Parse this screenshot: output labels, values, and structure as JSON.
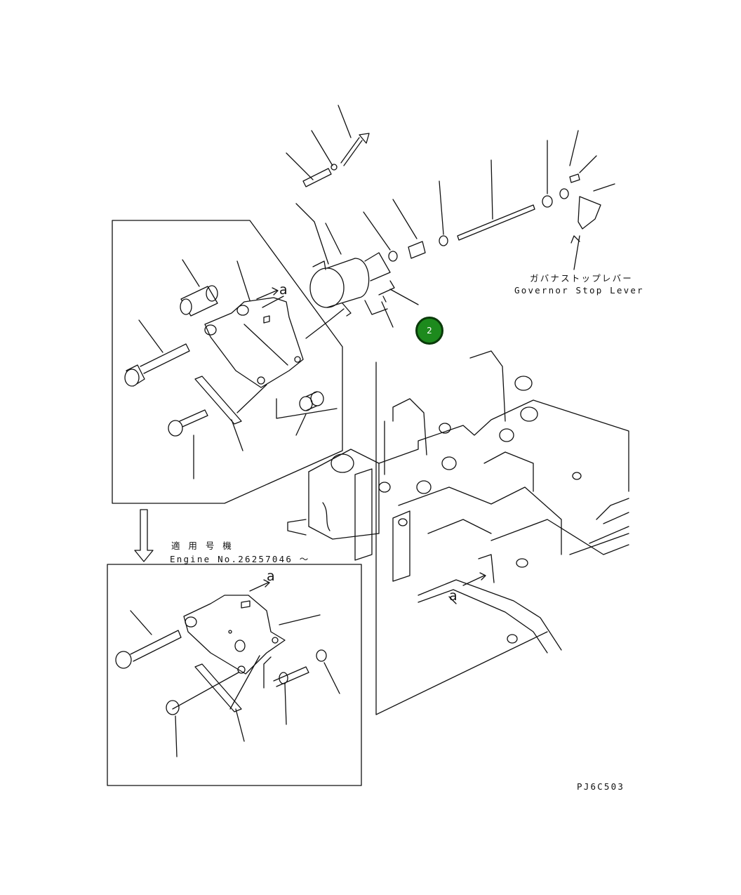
{
  "callout_badge": {
    "number": "2",
    "color": "#1d8a1d",
    "border_color": "#0a3a0a"
  },
  "labels": {
    "governor_stop_lever_jp": "ガバナストップレバー",
    "governor_stop_lever_en": "Governor Stop Lever",
    "applicable_serial_jp": "適 用 号 機",
    "engine_no": "Engine No.26257046 ～",
    "view_ref_a": "a",
    "drawing_code": "PJ6C503"
  },
  "colors": {
    "line": "#111111",
    "background": "#ffffff"
  }
}
